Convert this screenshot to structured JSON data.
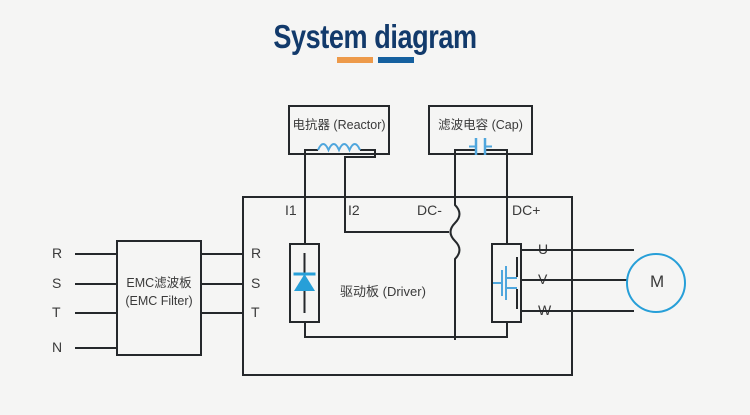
{
  "header": {
    "title": "System diagram",
    "accent_orange": "#ed9a4a",
    "accent_blue": "#15609f",
    "title_color": "#123a6b"
  },
  "diagram": {
    "background": "#f5f5f4",
    "wire_color": "#25282b",
    "symbol_color": "#279fd8",
    "inputs": [
      {
        "label": "R"
      },
      {
        "label": "S"
      },
      {
        "label": "T"
      },
      {
        "label": "N"
      }
    ],
    "emc_filter": {
      "line1": "EMC滤波板",
      "line2": "(EMC Filter)"
    },
    "reactor": {
      "label": "电抗器 (Reactor)",
      "symbol": "inductor-coil-icon"
    },
    "capacitor": {
      "label": "滤波电容 (Cap)",
      "symbol": "capacitor-icon"
    },
    "driver": {
      "label": "驱动板 (Driver)",
      "bus_labels": [
        "I1",
        "I2",
        "DC-",
        "DC+"
      ],
      "input_pins": [
        "R",
        "S",
        "T"
      ],
      "output_pins": [
        "U",
        "V",
        "W"
      ],
      "rectifier_symbol": "diode-rectifier-icon",
      "igbt_symbol": "igbt-transistor-icon"
    },
    "motor": {
      "label": "M",
      "outline_color": "#279fd8"
    }
  }
}
